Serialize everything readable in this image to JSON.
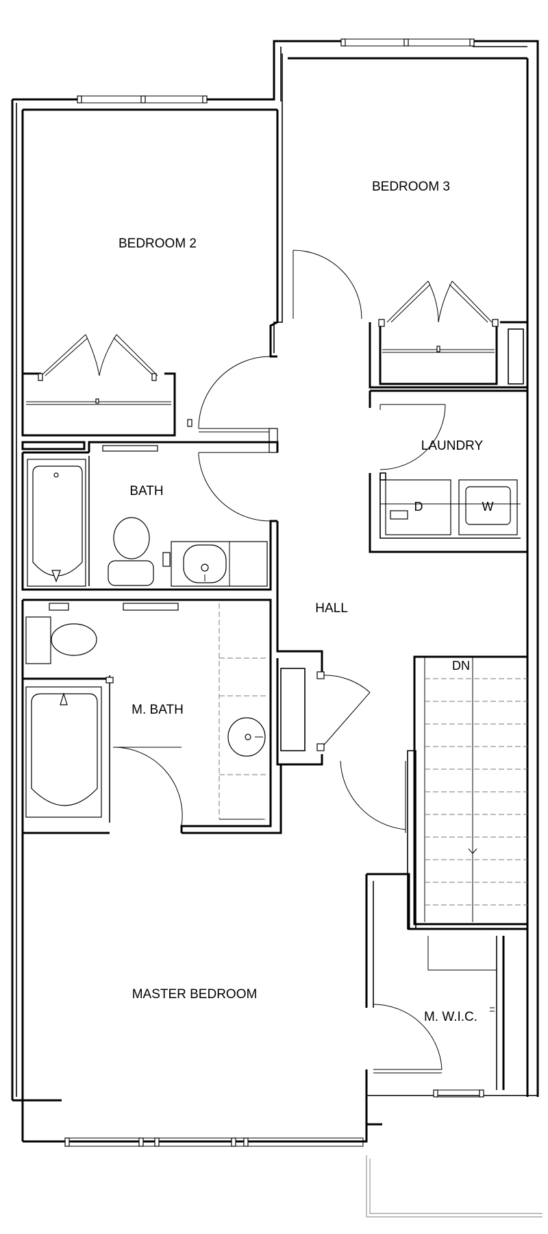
{
  "rooms": {
    "bedroom2": "BEDROOM 2",
    "bedroom3": "BEDROOM 3",
    "bath": "BATH",
    "laundry": "LAUNDRY",
    "hall": "HALL",
    "master_bath": "M. BATH",
    "master_bedroom": "MASTER BEDROOM",
    "walk_in_closet": "M. W.I.C."
  },
  "appliances": {
    "dryer": "D",
    "washer": "W"
  },
  "stairs": {
    "direction": "DN"
  }
}
